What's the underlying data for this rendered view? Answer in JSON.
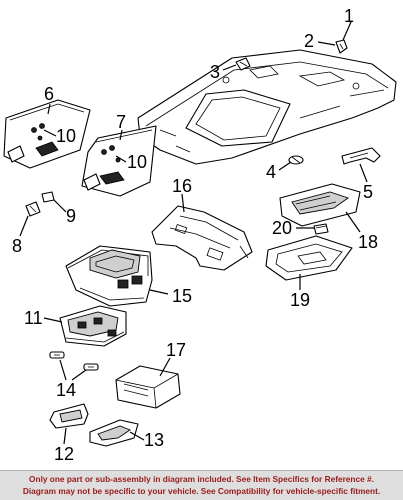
{
  "callouts": {
    "c1": "1",
    "c2": "2",
    "c3": "3",
    "c4": "4",
    "c5": "5",
    "c6": "6",
    "c7": "7",
    "c8": "8",
    "c9": "9",
    "c10a": "10",
    "c10b": "10",
    "c11": "11",
    "c12": "12",
    "c13": "13",
    "c14": "14",
    "c15": "15",
    "c16": "16",
    "c17": "17",
    "c18": "18",
    "c19": "19",
    "c20": "20"
  },
  "footer": {
    "line1": "Only one part or sub-assembly in diagram included. See Item Specifics for Reference #.",
    "line2": "Diagram may not be specific to your vehicle. See Compatibility for vehicle-specific fitment."
  }
}
